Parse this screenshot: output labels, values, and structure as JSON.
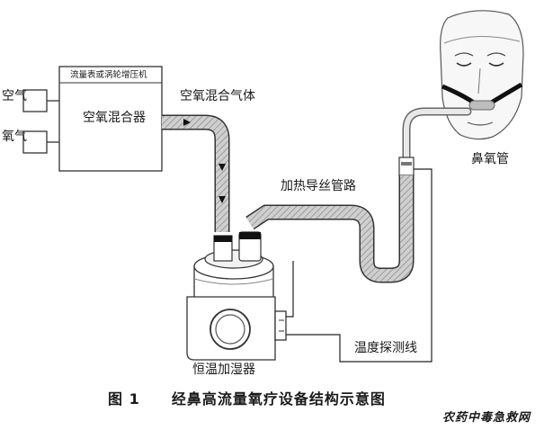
{
  "labels": {
    "panel_title": "流量表或涡轮增压机",
    "air": "空气",
    "oxygen": "氧气",
    "mixer": "空氧混合器",
    "mixed_gas": "空氧混合气体",
    "heated_tube": "加热导丝管路",
    "nasal_cannula": "鼻氧管",
    "temperature_probe": "温度探测线",
    "humidifier": "恒温加湿器"
  },
  "caption": {
    "figure_number": "图 1",
    "title": "经鼻高流量氧疗设备结构示意图"
  },
  "watermark": "农药中毒急救网"
}
